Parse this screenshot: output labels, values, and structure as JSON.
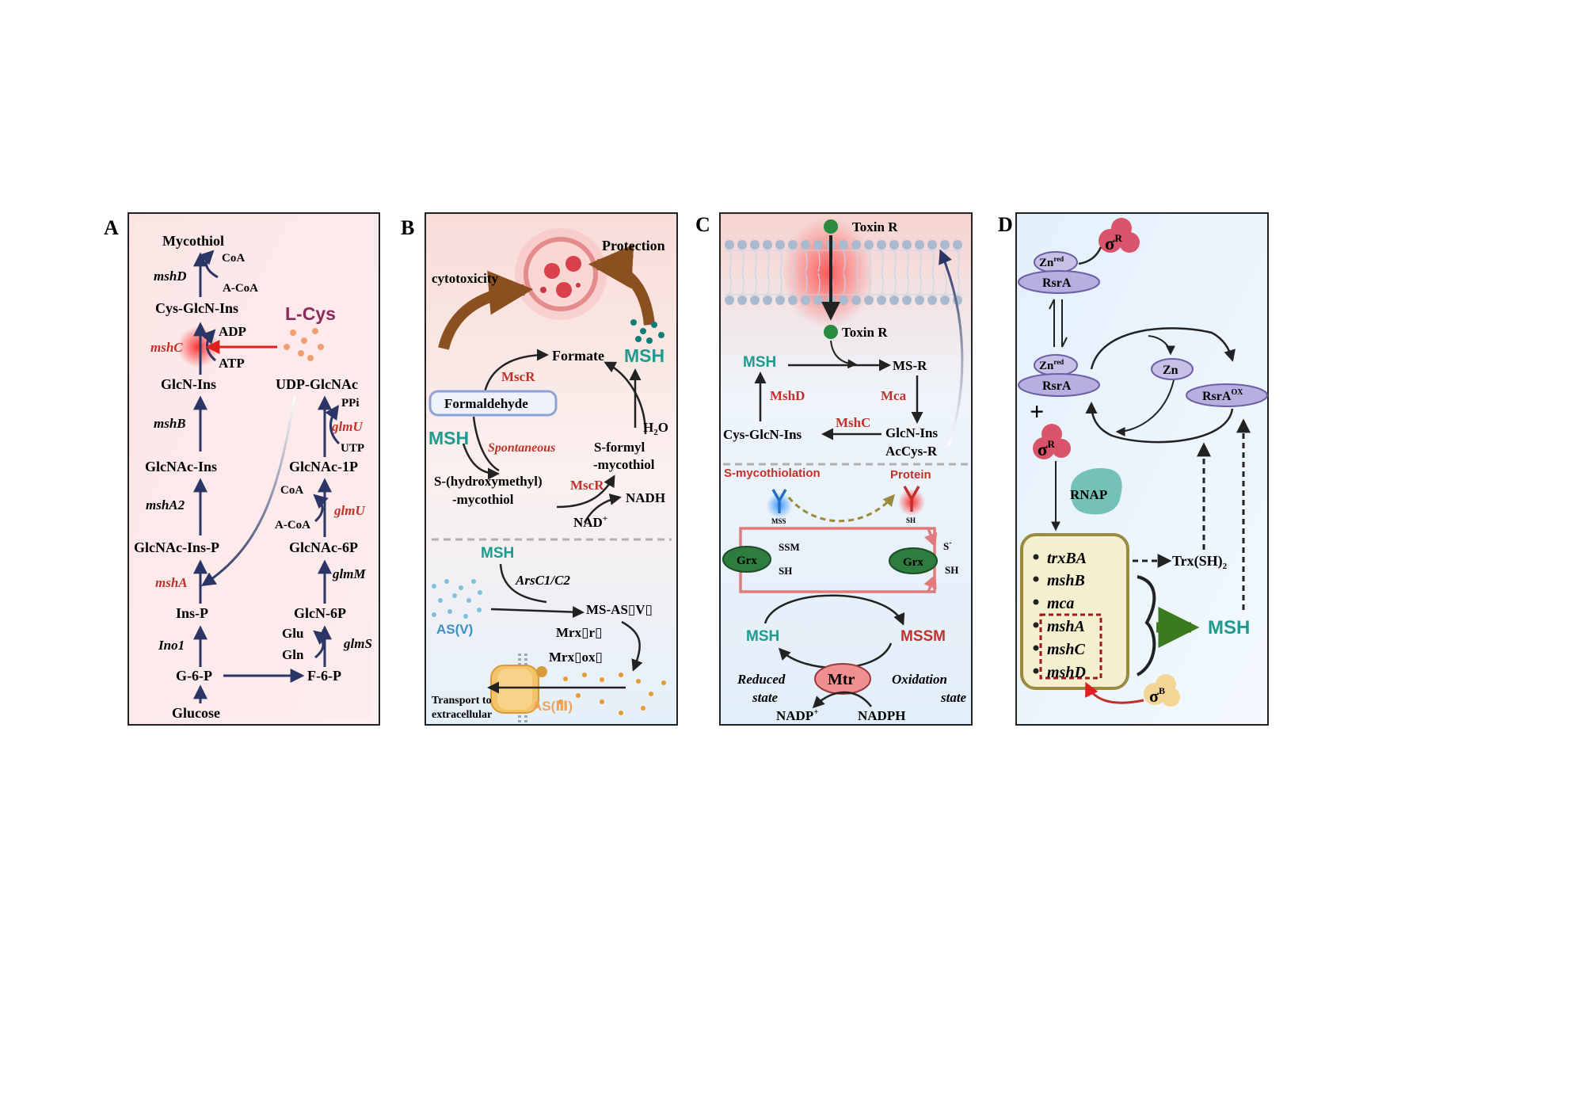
{
  "colors": {
    "navy": "#2b3566",
    "red": "#c0312b",
    "teal": "#1f9a8f",
    "gray": "#222222",
    "brown": "#8a5020",
    "olive": "#9b8a3e"
  },
  "panel_a": {
    "letter": "A",
    "mycothiol": "Mycothiol",
    "coa": "CoA",
    "acoa": "A-CoA",
    "mshD": "mshD",
    "cys_glcn_ins": "Cys-GlcN-Ins",
    "lcys": "L-Cys",
    "adp": "ADP",
    "mshC": "mshC",
    "atp": "ATP",
    "glcn_ins": "GlcN-Ins",
    "udp_glcnac": "UDP-GlcNAc",
    "ppi": "PPi",
    "mshB": "mshB",
    "glmU_1": "glmU",
    "utp": "UTP",
    "glcnac_ins": "GlcNAc-Ins",
    "glcnac_1p": "GlcNAc-1P",
    "coa2": "CoA",
    "mshA2": "mshA2",
    "glmU_2": "glmU",
    "acoa2": "A-CoA",
    "glcnac_ins_p": "GlcNAc-Ins-P",
    "glcnac_6p": "GlcNAc-6P",
    "mshA": "mshA",
    "glmM": "glmM",
    "ins_p": "Ins-P",
    "glcn_6p": "GlcN-6P",
    "glu": "Glu",
    "ino1": "Ino1",
    "glmS": "glmS",
    "gln": "Gln",
    "g6p": "G-6-P",
    "f6p": "F-6-P",
    "glucose": "Glucose"
  },
  "panel_b": {
    "letter": "B",
    "protection": "Protection",
    "cytotoxicity": "cytotoxicity",
    "msh_top": "MSH",
    "formate": "Formate",
    "mscr1": "MscR",
    "formaldehyde": "Formaldehyde",
    "h2o": "H",
    "h2o_sub": "2",
    "h2o_o": "O",
    "msh_left": "MSH",
    "spontaneous": "Spontaneous",
    "s_formyl": "S-formyl",
    "mycothiol1": "-mycothiol",
    "s_hydroxy": "S-(hydroxymethyl)",
    "mycothiol2": "-mycothiol",
    "mscr2": "MscR",
    "nadh": "NADH",
    "nad": "NAD",
    "nad_sup": "+",
    "msh_lower": "MSH",
    "arsc": "ArsC1/C2",
    "asv": "AS(V)",
    "ms_as": "MS-AS▯V▯",
    "mrx_r": "Mrx▯r▯",
    "mrx_ox": "Mrx▯ox▯",
    "transport1": "Transport to",
    "transport2": "extracellular",
    "asiii": "AS(Ⅲ)"
  },
  "panel_c": {
    "letter": "C",
    "toxin1": "Toxin R",
    "toxin2": "Toxin R",
    "msh": "MSH",
    "ms_r": "MS-R",
    "mshD": "MshD",
    "mca": "Mca",
    "mshC": "MshC",
    "cys_glcn_ins": "Cys-GlcN-Ins",
    "glcn_ins": "GlcN-Ins",
    "accys_r": "AcCys-R",
    "s_myco": "S-mycothiolation",
    "protein": "Protein",
    "mss": "MSS",
    "sh_small": "SH",
    "grx1": "Grx",
    "ssm": "SSM",
    "sh1": "SH",
    "grx2": "Grx",
    "s_minus": "S",
    "s_minus_sup": "-",
    "sh2": "SH",
    "msh2": "MSH",
    "mssm": "MSSM",
    "mtr": "Mtr",
    "reduced1": "Reduced",
    "reduced2": "state",
    "oxid1": "Oxidation",
    "oxid2": "state",
    "nadp": "NADP",
    "nadp_sup": "+",
    "nadph": "NADPH"
  },
  "panel_d": {
    "letter": "D",
    "sigma_r1": "σ",
    "sigma_r1_sup": "R",
    "zn_red1": "Zn",
    "zn_red1_sup": "red",
    "rsra1": "RsrA",
    "zn_red2": "Zn",
    "zn_red2_sup": "red",
    "rsra2": "RsrA",
    "zn": "Zn",
    "rsra_ox": "RsrA",
    "rsra_ox_sup": "OX",
    "plus": "+",
    "sigma_r2": "σ",
    "sigma_r2_sup": "R",
    "rnap": "RNAP",
    "genes": [
      "trxBA",
      "mshB",
      "mca",
      "mshA",
      "mshC",
      "mshD"
    ],
    "trx": "Trx(SH)",
    "trx_sub": "2",
    "msh": "MSH",
    "sigma_b": "σ",
    "sigma_b_sup": "B"
  }
}
